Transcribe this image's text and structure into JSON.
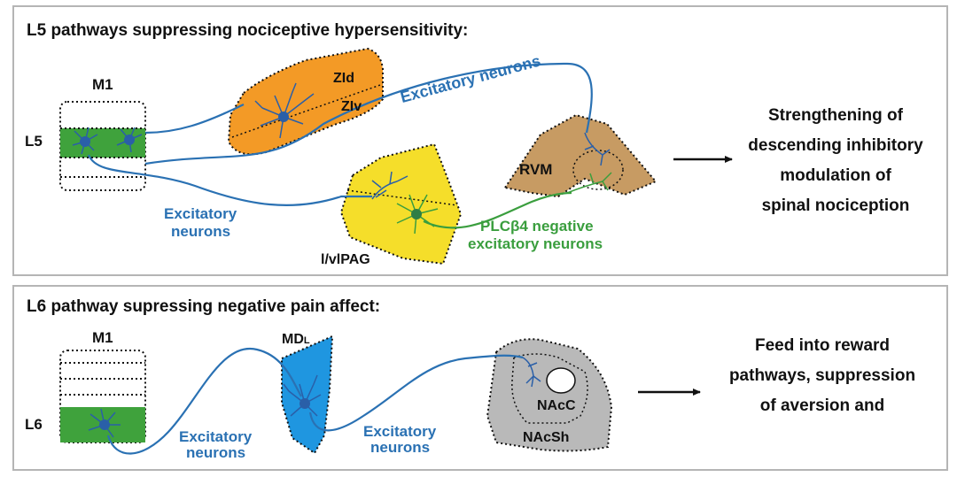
{
  "panel_l5": {
    "title": "L5 pathways suppressing nociceptive hypersensitivity:",
    "m1": "M1",
    "layer": "L5",
    "zid": "ZId",
    "ziv": "ZIv",
    "rvm": "RVM",
    "pag": "l/vlPAG",
    "excitatory_top": "Excitatory neurons",
    "excitatory_left_1": "Excitatory",
    "excitatory_left_2": "neurons",
    "plc_1": "PLCβ4 negative",
    "plc_2": "excitatory neurons",
    "outcome": [
      "Strengthening of",
      "descending inhibitory",
      "modulation of",
      "spinal nociception"
    ]
  },
  "panel_l6": {
    "title": "L6 pathway supressing negative pain affect:",
    "m1": "M1",
    "layer": "L6",
    "md": "MD",
    "md_sub": "L",
    "nacc": "NAcC",
    "nacsh": "NAcSh",
    "excitatory_a_1": "Excitatory",
    "excitatory_a_2": "neurons",
    "excitatory_b_1": "Excitatory",
    "excitatory_b_2": "neurons",
    "outcome": [
      "Feed into reward",
      "pathways, suppression",
      "of aversion and"
    ]
  },
  "colors": {
    "neuron_blue": "#2a5fa8",
    "axon_blue": "#2a71b3",
    "green_layer": "#3fa23c",
    "zi_orange": "#f39a26",
    "pag_yellow": "#f5de2a",
    "rvm_brown": "#c79b63",
    "md_blue": "#1f96e0",
    "nac_gray": "#b9b9b9",
    "plc_green": "#3a9e3e"
  }
}
